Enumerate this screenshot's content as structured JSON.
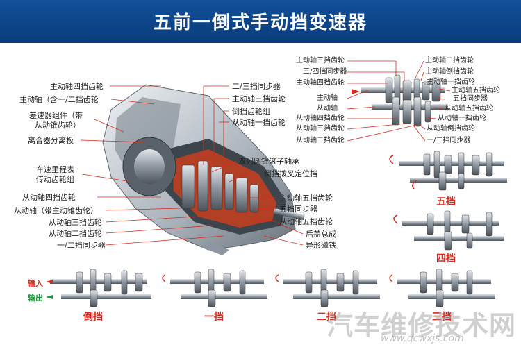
{
  "title": "五前一倒式手动挡变速器",
  "left_labels": [
    "主动轴四挡齿轮",
    "主动轴（含一/二挡齿轮",
    "差速器组件（带",
    "从动锥齿轮）",
    "离合器分离板",
    "车速里程表",
    "传动齿轮组",
    "从动轴四挡齿轮",
    "从动轴（带主动锥齿轮）",
    "从动轴三挡齿轮",
    "从动轴二挡齿轮",
    "一/二挡同步器"
  ],
  "middle_labels": [
    "二/三挡同步器",
    "主动轴三挡齿轮",
    "倒挡齿轮组",
    "从动轴一挡齿轮",
    "双列圆锥滚子轴承",
    "倒挡拨叉定位挡",
    "主动轴五挡齿轮",
    "五挡同步器",
    "从动轴五挡齿轮",
    "后盖总成",
    "异形磁铁"
  ],
  "right_left_labels": [
    "主动轴三挡齿轮",
    "三/四挡同步器",
    "主动轴四挡齿轮",
    "主动轴",
    "从动轴",
    "从动轴四挡齿轮",
    "从动轴三挡齿轮",
    "从动轴二挡齿轮"
  ],
  "right_right_labels": [
    "主动轴二挡齿轮",
    "主动轴倒挡齿轮",
    "主动轴一挡齿轮",
    "主动轴五挡齿轮",
    "五挡同步器",
    "从动轴五挡齿轮",
    "从动轴一挡齿轮",
    "从动轴倒挡齿轮",
    "一/二挡同步器"
  ],
  "gear_labels": {
    "fifth": "五挡",
    "fourth": "四挡",
    "reverse": "倒挡",
    "first": "一挡",
    "second": "二挡",
    "third": "三挡"
  },
  "io": {
    "input": "输入",
    "output": "输出"
  },
  "colors": {
    "banner": "#0a3c7a",
    "gear_label": "#d62b1e",
    "input": "#d62b1e",
    "output": "#1a9a3a",
    "leader": "#d62b1e"
  },
  "watermark": {
    "name": "汽车维修技术网",
    "url": "www.qcwxjs.com"
  }
}
